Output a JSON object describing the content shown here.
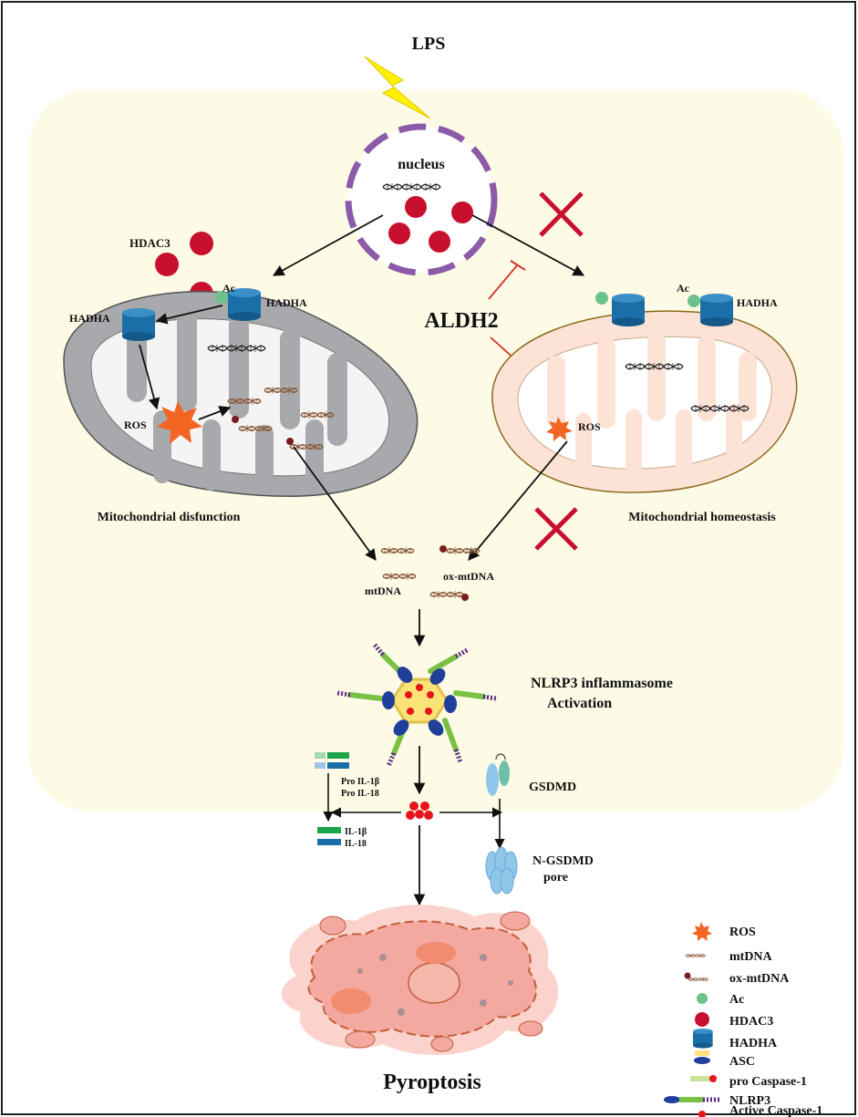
{
  "labels": {
    "lps": "LPS",
    "nucleus": "nucleus",
    "hdac3": "HDAC3",
    "ac_left": "Ac",
    "hadha_left_a": "HADHA",
    "hadha_left_b": "HADHA",
    "ros_left": "ROS",
    "aldh2": "ALDH2",
    "ac_right": "Ac",
    "hadha_right": "HADHA",
    "ros_right": "ROS",
    "mito_dysfunction": "Mitochondrial disfunction",
    "mito_homeostasis": "Mitochondrial homeostasis",
    "mtdna": "mtDNA",
    "ox_mtdna": "ox-mtDNA",
    "nlrp3_line1": "NLRP3 inflammasome",
    "nlrp3_line2": "Activation",
    "pro_il1b": "Pro IL-1β",
    "pro_il18": "Pro IL-18",
    "il1b": "IL-1β",
    "il18": "IL-18",
    "gsdmd": "GSDMD",
    "ngsdmd_line1": "N-GSDMD",
    "ngsdmd_line2": "pore",
    "pyroptosis": "Pyroptosis"
  },
  "legend": [
    {
      "name": "ROS",
      "icon": "ros-star-icon"
    },
    {
      "name": "mtDNA",
      "icon": "mtdna-helix-icon"
    },
    {
      "name": "ox-mtDNA",
      "icon": "ox-mtdna-helix-icon"
    },
    {
      "name": "Ac",
      "icon": "ac-dot-icon"
    },
    {
      "name": "HDAC3",
      "icon": "hdac3-circle-icon"
    },
    {
      "name": "HADHA",
      "icon": "hadha-cylinder-icon"
    },
    {
      "name": "ASC",
      "icon": "asc-icon"
    },
    {
      "name": "pro Caspase-1",
      "icon": "pro-caspase1-icon"
    },
    {
      "name": "NLRP3",
      "icon": "nlrp3-icon"
    },
    {
      "name": "Active Caspase-1",
      "icon": "active-caspase1-icon"
    }
  ],
  "colors": {
    "cell_background": "#fdfbe6",
    "hdac3": "#c8102e",
    "hadha": "#1a6fa8",
    "ac": "#6dc28b",
    "ros": "#f26522",
    "nucleus_membrane": "#8b5aa8",
    "inhibition": "#d9332a",
    "block_cross": "#c8102e",
    "mito_gray": "#a7a9ac",
    "mito_pink": "#fde3d6",
    "asc": "#1f3f9a",
    "nlrp3": "#7ac143",
    "pyroptotic_cell": "#f3a8a0"
  }
}
